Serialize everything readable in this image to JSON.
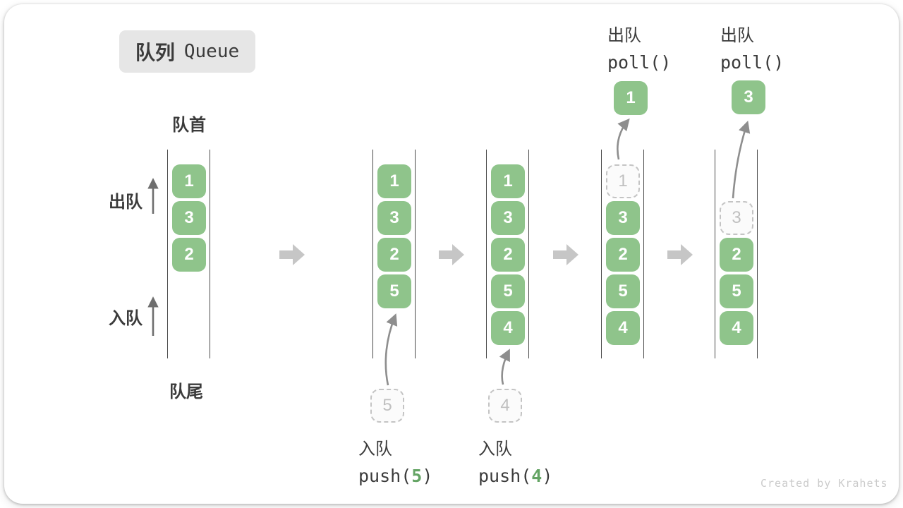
{
  "title": {
    "zh": "队列",
    "en": "Queue"
  },
  "labels": {
    "front": "队首",
    "rear": "队尾",
    "dequeue": "出队",
    "enqueue": "入队"
  },
  "steps": {
    "s1": {
      "boxes": [
        "1",
        "3",
        "2"
      ]
    },
    "s2": {
      "boxes": [
        "1",
        "3",
        "2",
        "5"
      ],
      "incoming": "5",
      "op": "入队",
      "code_pre": "push(",
      "code_arg": "5",
      "code_post": ")"
    },
    "s3": {
      "boxes": [
        "1",
        "3",
        "2",
        "5",
        "4"
      ],
      "incoming": "4",
      "op": "入队",
      "code_pre": "push(",
      "code_arg": "4",
      "code_post": ")"
    },
    "s4": {
      "removed": "1",
      "boxes": [
        "3",
        "2",
        "5",
        "4"
      ],
      "result": "1",
      "op": "出队",
      "code": "poll()"
    },
    "s5": {
      "removed": "3",
      "boxes": [
        "2",
        "5",
        "4"
      ],
      "result": "3",
      "op": "出队",
      "code": "poll()"
    }
  },
  "watermark": "Created by Krahets",
  "colors": {
    "green": "#8fc48b",
    "code-green": "#64a464",
    "ink": "#3b3b3b",
    "rail": "#4a4a4a",
    "block-arrow": "#c6c6c6",
    "flow-arrow": "#8e8e8e",
    "dashed": "#c4c4c4",
    "badge-bg": "#e6e6e6",
    "watermark": "#cbcbcb"
  }
}
